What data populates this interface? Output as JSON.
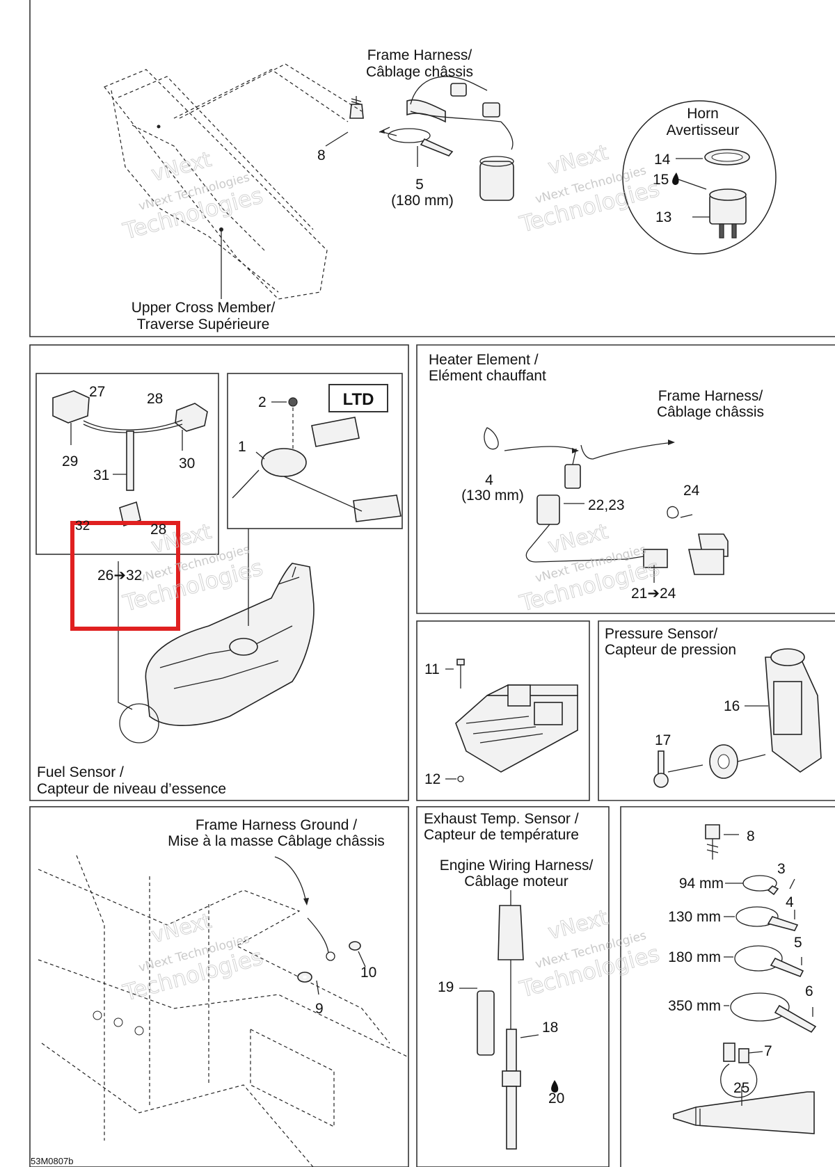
{
  "panels": {
    "top": {
      "frame_harness": [
        "Frame Harness/",
        "Câblage châssis"
      ],
      "horn": [
        "Horn",
        "Avertisseur"
      ],
      "upper_cross": [
        "Upper Cross Member/",
        "Traverse Supérieure"
      ],
      "p8": "8",
      "p5": "5",
      "p5_size": "(180 mm)",
      "p14": "14",
      "p15": "15",
      "p13": "13"
    },
    "fuel": {
      "title": [
        "Fuel Sensor /",
        "Capteur de niveau d’essence"
      ],
      "ltd": "LTD",
      "p27": "27",
      "p28": "28",
      "p29": "29",
      "p30": "30",
      "p31": "31",
      "p32": "32",
      "p28b": "28",
      "range": "26➔32",
      "p2": "2",
      "p1": "1"
    },
    "heater": {
      "title": [
        "Heater Element /",
        "Elément chauffant"
      ],
      "frame_harness": [
        "Frame Harness/",
        "Câblage châssis"
      ],
      "p4": "4",
      "p4_size": "(130 mm)",
      "p2223": "22,23",
      "p24": "24",
      "range": "21➔24"
    },
    "fusebox": {
      "p11": "11",
      "p12": "12"
    },
    "pressure": {
      "title": [
        "Pressure Sensor/",
        "Capteur de pression"
      ],
      "p16": "16",
      "p17": "17"
    },
    "ground": {
      "title": [
        "Frame Harness Ground /",
        "Mise à la masse Câblage châssis"
      ],
      "p10": "10",
      "p9": "9"
    },
    "exhaust": {
      "title": [
        "Exhaust Temp. Sensor /",
        "Capteur de température"
      ],
      "sub": [
        "Engine Wiring Harness/",
        "Câblage moteur"
      ],
      "p19": "19",
      "p18": "18",
      "p20": "20"
    },
    "ties": {
      "p8": "8",
      "p3": "3",
      "p4": "4",
      "p5": "5",
      "p6": "6",
      "p7": "7",
      "p25": "25",
      "s94": "94 mm",
      "s130": "130 mm",
      "s180": "180 mm",
      "s350": "350 mm"
    }
  },
  "watermark": [
    "vNext",
    "vNext Technologies",
    "Technologies"
  ],
  "footer_code": "53M0807b",
  "highlight_color": "#e02020"
}
